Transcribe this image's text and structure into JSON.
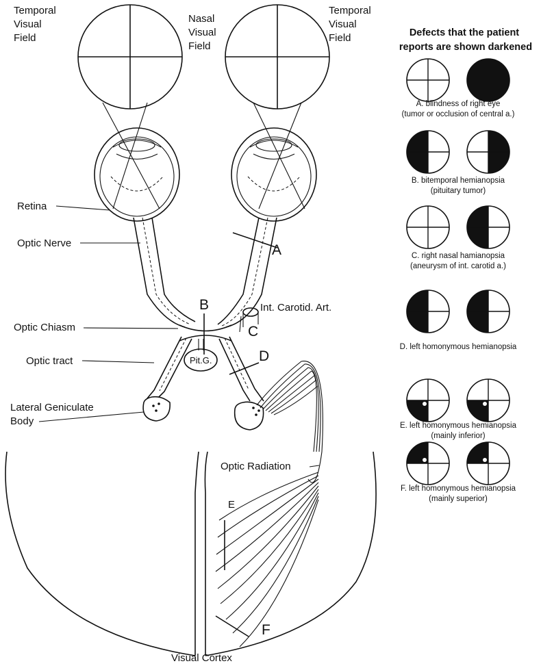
{
  "visual_fields": {
    "left_temporal": [
      "Temporal",
      "Visual",
      "Field"
    ],
    "nasal": [
      "Nasal",
      "Visual",
      "Field"
    ],
    "right_temporal": [
      "Temporal",
      "Visual",
      "Field"
    ]
  },
  "pathway_labels": {
    "retina": "Retina",
    "optic_nerve": "Optic Nerve",
    "optic_chiasm": "Optic Chiasm",
    "optic_tract": "Optic tract",
    "lgb": [
      "Lateral Geniculate",
      "Body"
    ],
    "pituitary": "Pit.G.",
    "carotid": "Int. Carotid. Art.",
    "optic_radiation": "Optic Radiation",
    "visual_cortex": "Visual Cortex"
  },
  "lesion_markers": {
    "A": "A",
    "B": "B",
    "C": "C",
    "D": "D",
    "E": "E",
    "F": "F"
  },
  "defects": {
    "heading": [
      "Defects that the patient",
      "reports are shown darkened"
    ],
    "items": [
      {
        "id": "A",
        "caption": [
          "A. blindness of right eye",
          "(tumor or occlusion of central a.)"
        ],
        "left_eye": "none",
        "right_eye": "full"
      },
      {
        "id": "B",
        "caption": [
          "B. bitemporal hemianopsia",
          "(pituitary tumor)"
        ],
        "left_eye": "left-half",
        "right_eye": "right-half"
      },
      {
        "id": "C",
        "caption": [
          "C. right nasal hamianopsia",
          "(aneurysm of int. carotid a.)"
        ],
        "left_eye": "none",
        "right_eye": "left-half"
      },
      {
        "id": "D",
        "caption": [
          "D. left homonymous hemianopsia"
        ],
        "left_eye": "left-half",
        "right_eye": "left-half"
      },
      {
        "id": "E",
        "caption": [
          "E. left homonymous hemianopsia",
          "(mainly inferior)"
        ],
        "left_eye": "lower-left",
        "right_eye": "lower-left"
      },
      {
        "id": "F",
        "caption": [
          "F. left homonymous hemianopsia",
          "(mainly superior)"
        ],
        "left_eye": "upper-left",
        "right_eye": "upper-left"
      }
    ]
  }
}
